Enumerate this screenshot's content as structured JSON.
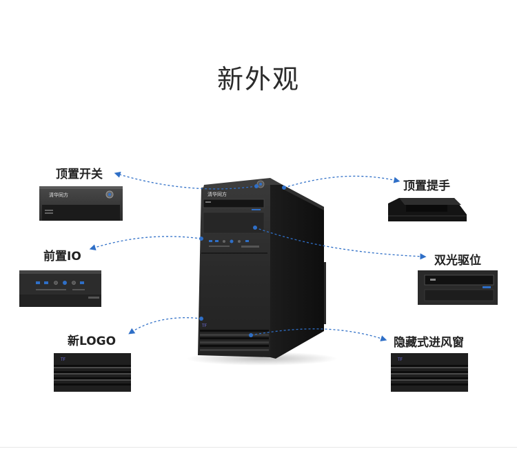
{
  "title": "新外观",
  "features": {
    "top_switch": "顶置开关",
    "top_handle": "顶置提手",
    "front_io": "前置IO",
    "dual_optical": "双光驱位",
    "new_logo": "新LOGO",
    "hidden_vent": "隐藏式进风窗"
  },
  "brand_text": "清华同方",
  "logo_text": "TF",
  "colors": {
    "accent": "#2f6fc7",
    "case": "#222222"
  }
}
